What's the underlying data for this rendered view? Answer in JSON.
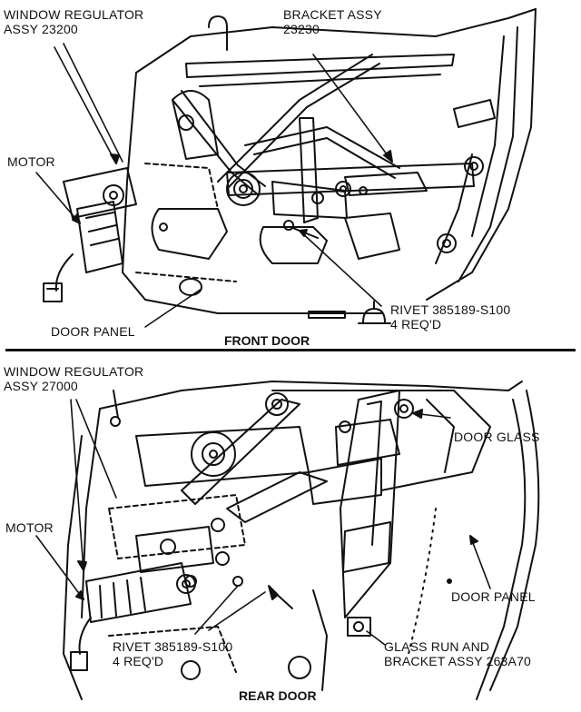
{
  "front": {
    "regulator_label": "WINDOW REGULATOR\nASSY 23200",
    "bracket_label": "BRACKET ASSY\n23230",
    "motor_label": "MOTOR",
    "door_panel_label": "DOOR PANEL",
    "rivet_label": "RIVET 385189-S100\n4 REQ'D",
    "caption": "FRONT DOOR"
  },
  "rear": {
    "regulator_label": "WINDOW REGULATOR\nASSY 27000",
    "door_glass_label": "DOOR GLASS",
    "motor_label": "MOTOR",
    "door_panel_label": "DOOR PANEL",
    "rivet_label": "RIVET 385189-S100\n4 REQ'D",
    "glass_run_label": "GLASS RUN AND\nBRACKET ASSY 263A70",
    "caption": "REAR DOOR"
  }
}
